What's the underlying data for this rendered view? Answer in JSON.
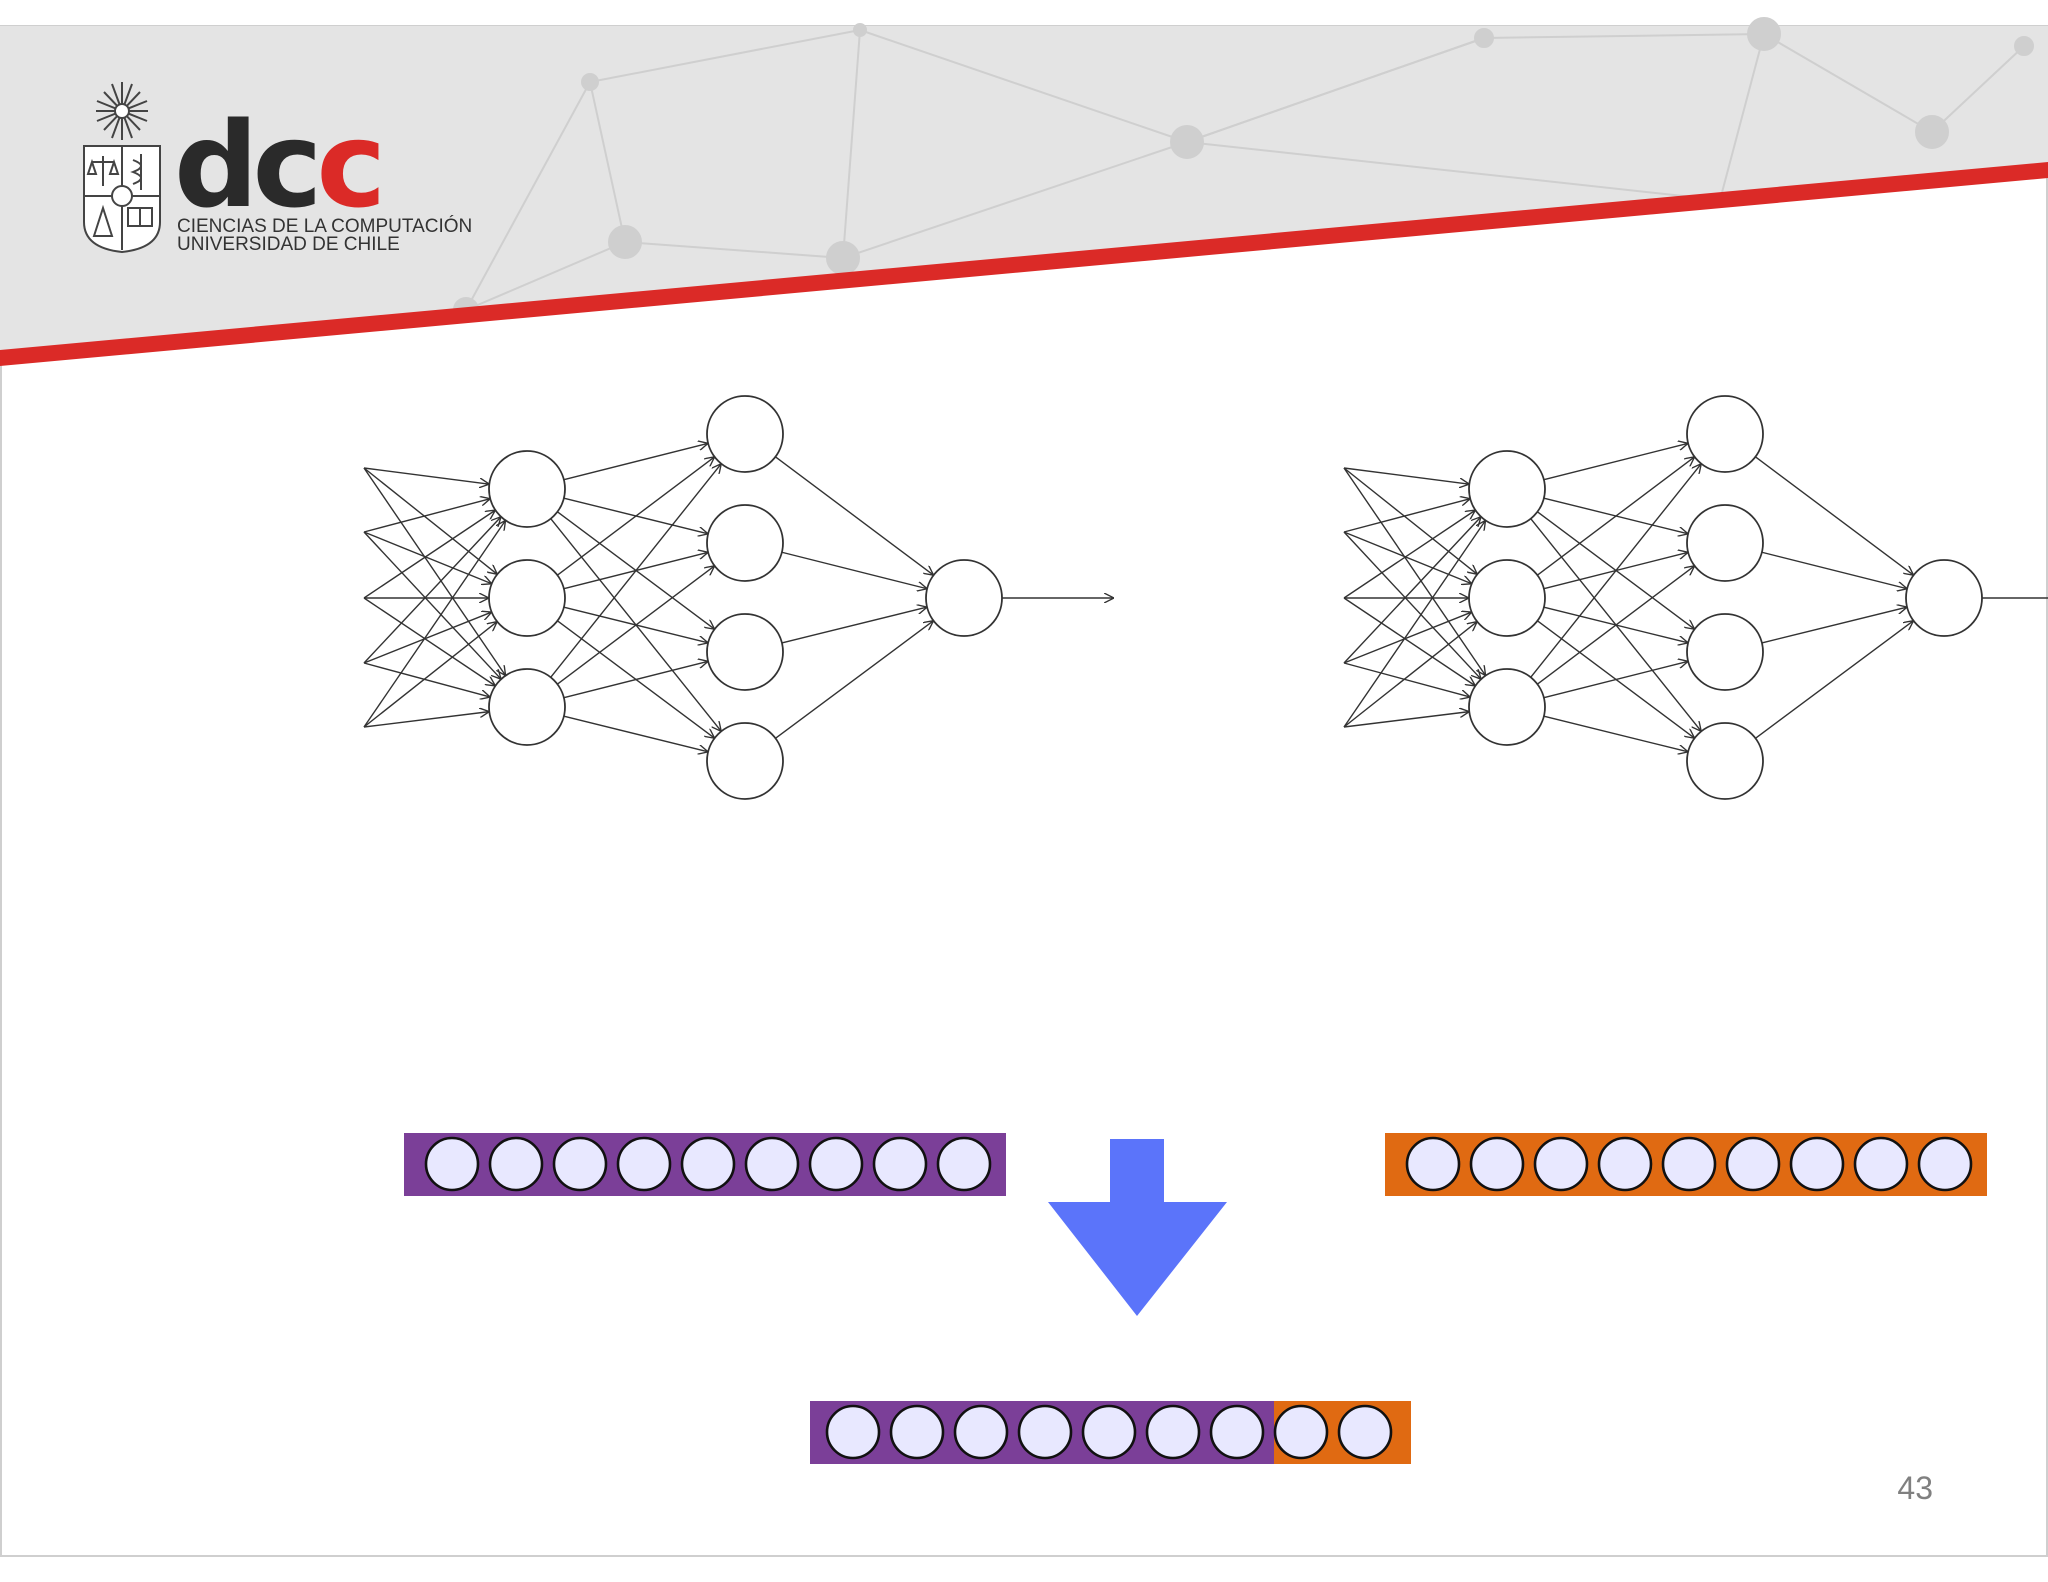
{
  "header": {
    "logo_prefix": "dc",
    "logo_accent": "c",
    "subtitle_line1": "CIENCIAS DE LA COMPUTACIÓN",
    "subtitle_line2": "UNIVERSIDAD DE CHILE",
    "logo_icons": [
      "university-crest-icon",
      "star-burst-icon",
      "scales-icon",
      "caduceus-icon",
      "book-icon"
    ]
  },
  "networks": [
    {
      "name": "network-left",
      "layers": [
        5,
        3,
        4,
        1
      ]
    },
    {
      "name": "network-right",
      "layers": [
        5,
        3,
        4,
        1
      ]
    }
  ],
  "vectors": {
    "left": {
      "units": 9,
      "color": "#7B3F98"
    },
    "right": {
      "units": 9,
      "color": "#E06A12"
    },
    "combined": {
      "units_first": 7,
      "units_second": 2
    }
  },
  "arrow": {
    "icon": "down-arrow-icon",
    "color": "#5B74FA"
  },
  "colors": {
    "accent_red": "#DB2A27",
    "header_gray": "#E4E4E4",
    "node_fill": "#E8E8FF",
    "purple": "#7B3F98",
    "orange": "#E06A12",
    "arrow_blue": "#5B74FA"
  },
  "page_number": "43"
}
